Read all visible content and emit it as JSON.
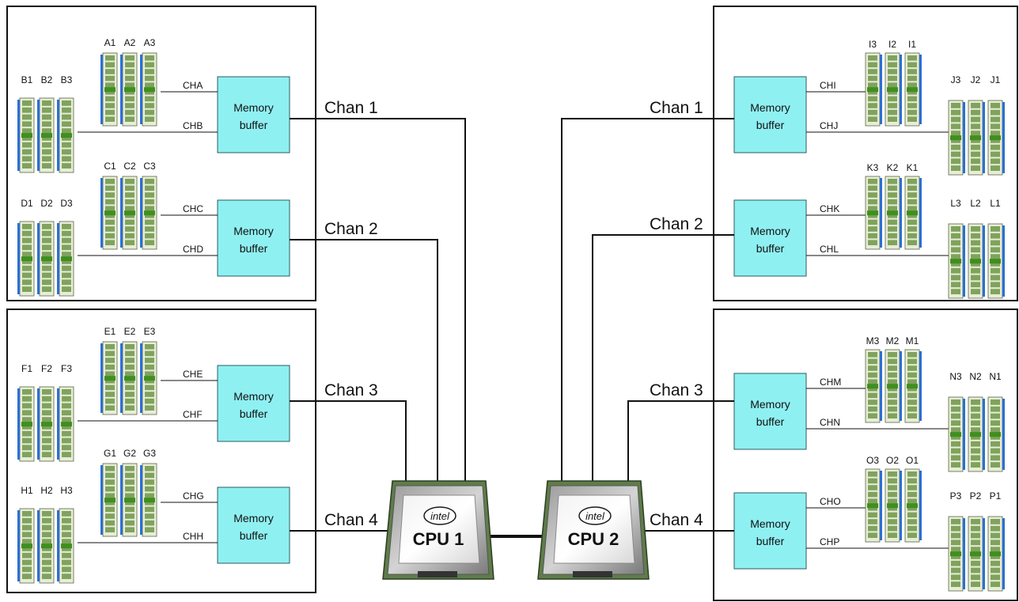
{
  "colors": {
    "buffer_fill": "#8ff0f2",
    "dimm_green": "#7fa35c",
    "dimm_band": "#3f8f1f",
    "dimm_blue": "#2a6fd6",
    "line": "#111111"
  },
  "cpus": [
    {
      "id": "cpu1",
      "brand": "intel",
      "label": "CPU 1"
    },
    {
      "id": "cpu2",
      "brand": "intel",
      "label": "CPU 2"
    }
  ],
  "chan_labels": {
    "cpu1": [
      "Chan 1",
      "Chan 2",
      "Chan 3",
      "Chan 4"
    ],
    "cpu2": [
      "Chan 1",
      "Chan 2",
      "Chan 3",
      "Chan 4"
    ]
  },
  "buffer_label": "Memory\nbuffer",
  "boards": [
    {
      "id": "left-top",
      "buffers": [
        {
          "a_channel": "CHA",
          "b_channel": "CHB",
          "a_slots": [
            "A1",
            "A2",
            "A3"
          ],
          "b_slots": [
            "B1",
            "B2",
            "B3"
          ]
        },
        {
          "a_channel": "CHC",
          "b_channel": "CHD",
          "a_slots": [
            "C1",
            "C2",
            "C3"
          ],
          "b_slots": [
            "D1",
            "D2",
            "D3"
          ]
        }
      ]
    },
    {
      "id": "left-bottom",
      "buffers": [
        {
          "a_channel": "CHE",
          "b_channel": "CHF",
          "a_slots": [
            "E1",
            "E2",
            "E3"
          ],
          "b_slots": [
            "F1",
            "F2",
            "F3"
          ]
        },
        {
          "a_channel": "CHG",
          "b_channel": "CHH",
          "a_slots": [
            "G1",
            "G2",
            "G3"
          ],
          "b_slots": [
            "H1",
            "H2",
            "H3"
          ]
        }
      ]
    },
    {
      "id": "right-top",
      "buffers": [
        {
          "a_channel": "CHI",
          "b_channel": "CHJ",
          "a_slots": [
            "I3",
            "I2",
            "I1"
          ],
          "b_slots": [
            "J3",
            "J2",
            "J1"
          ]
        },
        {
          "a_channel": "CHK",
          "b_channel": "CHL",
          "a_slots": [
            "K3",
            "K2",
            "K1"
          ],
          "b_slots": [
            "L3",
            "L2",
            "L1"
          ]
        }
      ]
    },
    {
      "id": "right-bottom",
      "buffers": [
        {
          "a_channel": "CHM",
          "b_channel": "CHN",
          "a_slots": [
            "M3",
            "M2",
            "M1"
          ],
          "b_slots": [
            "N3",
            "N2",
            "N1"
          ]
        },
        {
          "a_channel": "CHO",
          "b_channel": "CHP",
          "a_slots": [
            "O3",
            "O2",
            "O1"
          ],
          "b_slots": [
            "P3",
            "P2",
            "P1"
          ]
        }
      ]
    }
  ]
}
